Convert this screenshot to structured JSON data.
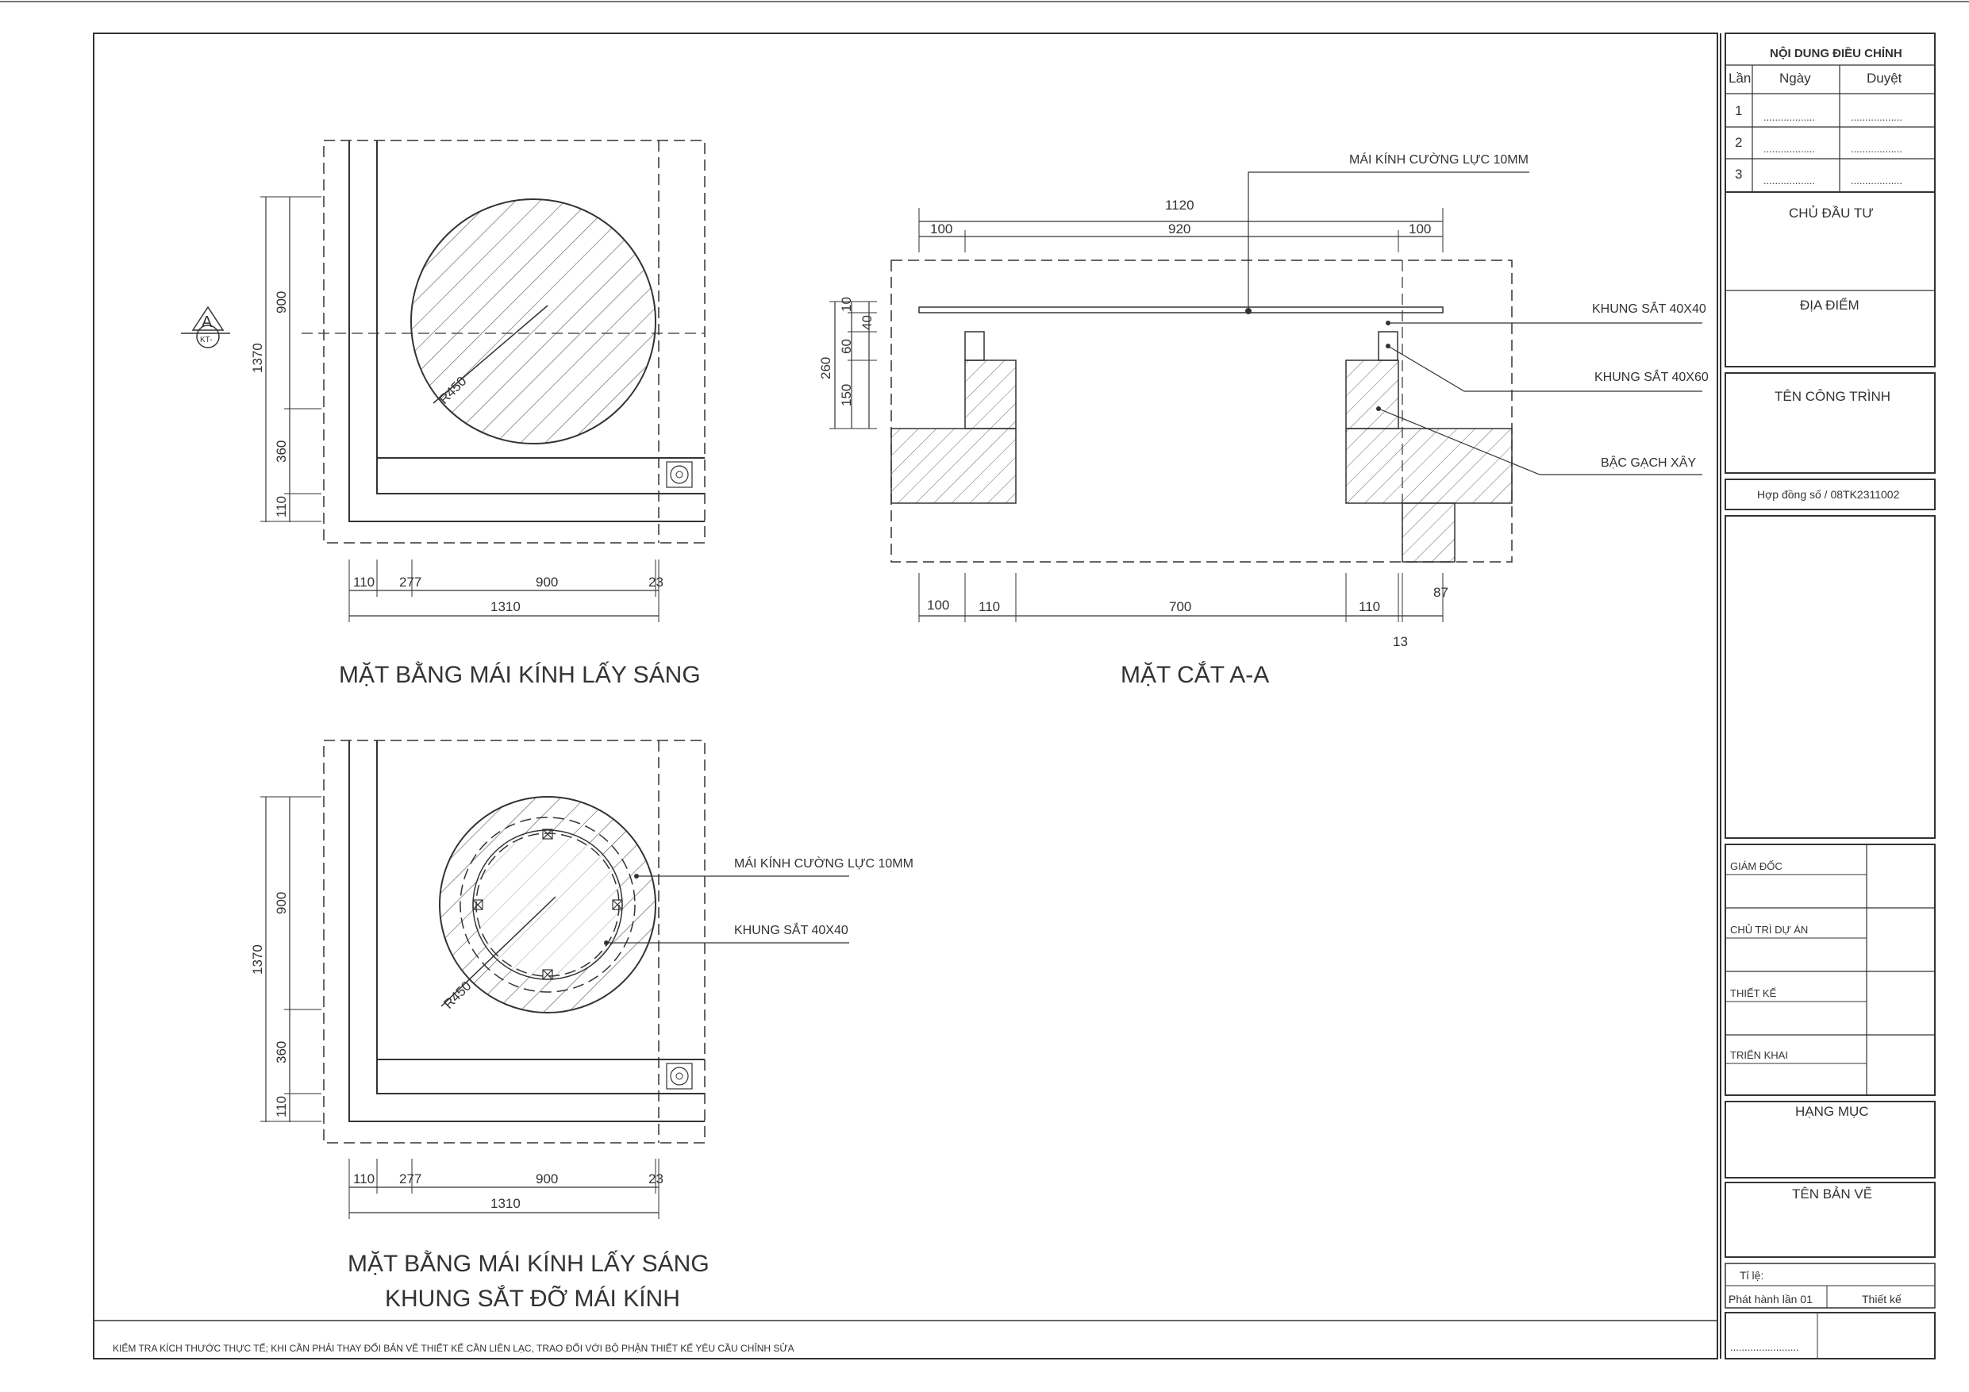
{
  "note": "KIỂM TRA  KÍCH THƯỚC THỰC TẾ; KHI CẦN PHẢI THAY ĐỔI BẢN VẼ THIẾT KẾ CẦN LIÊN LẠC, TRAO ĐỔI VỚI BỘ PHẬN THIẾT KẾ YÊU CẦU CHỈNH SỬA",
  "plan1": {
    "title": "MẶT BẰNG MÁI KÍNH LẤY SÁNG",
    "section_mark": "A",
    "section_ref": "KT-",
    "radius": "R450",
    "dims_v": [
      "1370",
      "900",
      "360",
      "110"
    ],
    "dims_h": [
      "110",
      "277",
      "900",
      "23",
      "1310"
    ]
  },
  "plan2": {
    "title_line1": "MẶT BẰNG MÁI KÍNH LẤY SÁNG",
    "title_line2": "KHUNG SẮT ĐỠ MÁI KÍNH",
    "radius": "R450",
    "dims_v": [
      "1370",
      "900",
      "360",
      "110"
    ],
    "dims_h": [
      "110",
      "277",
      "900",
      "23",
      "1310"
    ],
    "labels": [
      "MÁI KÍNH CƯỜNG LỰC 10MM",
      "KHUNG SẮT 40X40"
    ]
  },
  "section": {
    "title": "MẶT CẮT A-A",
    "dims_top": [
      "1120",
      "100",
      "920",
      "100"
    ],
    "dims_left": [
      "10",
      "40",
      "60",
      "260",
      "150"
    ],
    "dims_bottom": [
      "100",
      "110",
      "700",
      "110",
      "87",
      "13"
    ],
    "labels": [
      "MÁI KÍNH CƯỜNG LỰC 10MM",
      "KHUNG SẮT 40X40",
      "KHUNG SẮT 40X60",
      "BẬC GẠCH XÂY"
    ]
  },
  "titleblock": {
    "revision_header": "NỘI DUNG ĐIỀU CHỈNH",
    "col_lan": "Lần",
    "col_ngay": "Ngày",
    "col_duyet": "Duyệt",
    "rows": [
      "1",
      "2",
      "3"
    ],
    "dots": "..................",
    "chu_dau_tu": "CHỦ ĐẦU TƯ",
    "dia_diem": "ĐỊA ĐIỂM",
    "ten_cong_trinh": "TÊN CÔNG TRÌNH",
    "hop_dong": "Hợp đồng số / 08TK2311002",
    "giam_doc": "GIÁM ĐỐC",
    "chu_tri": "CHỦ TRÌ DỰ ÁN",
    "thiet_ke": "THIẾT KẾ",
    "trien_khai": "TRIỂN KHAI",
    "hang_muc": "HẠNG MỤC",
    "ten_ban_ve": "TÊN BẢN VẼ",
    "ti_le": "Tỉ lệ:",
    "phat_hanh": "Phát hành lần 01",
    "thiet_ke_small": "Thiết kế",
    "bottom_dots": "........................"
  }
}
